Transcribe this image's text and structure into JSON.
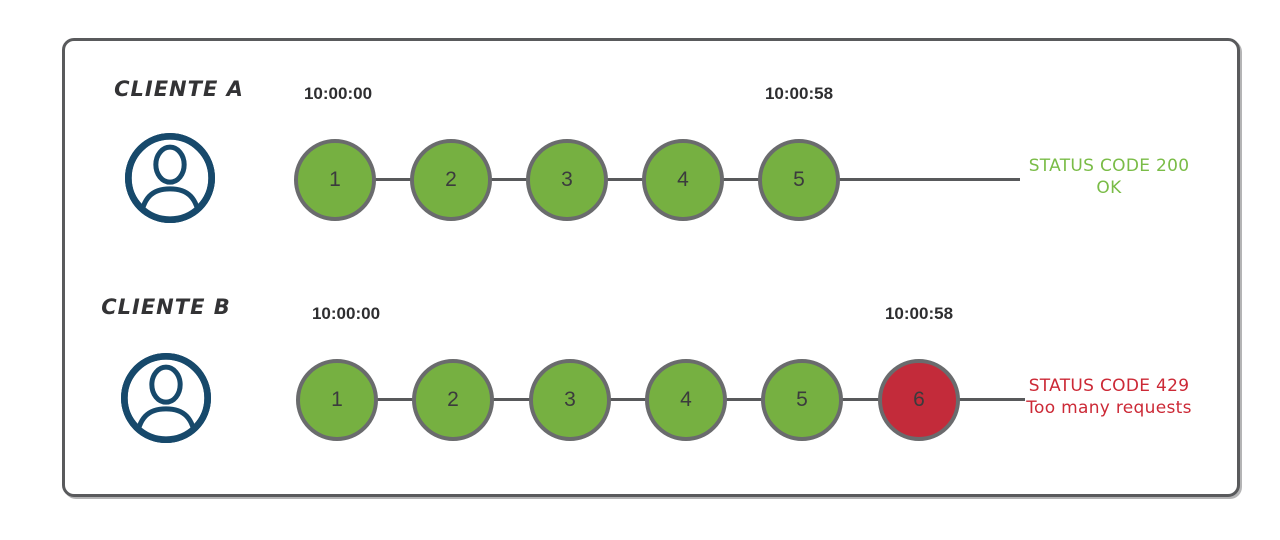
{
  "colors": {
    "panel-border": "#595a5c",
    "line": "#58595b",
    "circle-border": "#6a6b6d",
    "ok-circle": "#76b041",
    "blocked-circle": "#c32b3a",
    "success-text": "#7abc47",
    "error-text": "#cc2936",
    "avatar": "#17496b"
  },
  "diagram": {
    "rows": [
      {
        "client_label": "CLIENTE A",
        "start_time": "10:00:00",
        "end_time": "10:00:58",
        "requests": [
          {
            "label": "1",
            "status": "ok"
          },
          {
            "label": "2",
            "status": "ok"
          },
          {
            "label": "3",
            "status": "ok"
          },
          {
            "label": "4",
            "status": "ok"
          },
          {
            "label": "5",
            "status": "ok"
          }
        ],
        "status": {
          "line1": "STATUS CODE 200",
          "line2": "OK",
          "kind": "success"
        }
      },
      {
        "client_label": "CLIENTE B",
        "start_time": "10:00:00",
        "end_time": "10:00:58",
        "requests": [
          {
            "label": "1",
            "status": "ok"
          },
          {
            "label": "2",
            "status": "ok"
          },
          {
            "label": "3",
            "status": "ok"
          },
          {
            "label": "4",
            "status": "ok"
          },
          {
            "label": "5",
            "status": "ok"
          },
          {
            "label": "6",
            "status": "blocked"
          }
        ],
        "status": {
          "line1": "STATUS CODE 429",
          "line2": "Too many requests",
          "kind": "error"
        }
      }
    ],
    "icons": {
      "client": "user-avatar-icon"
    }
  }
}
